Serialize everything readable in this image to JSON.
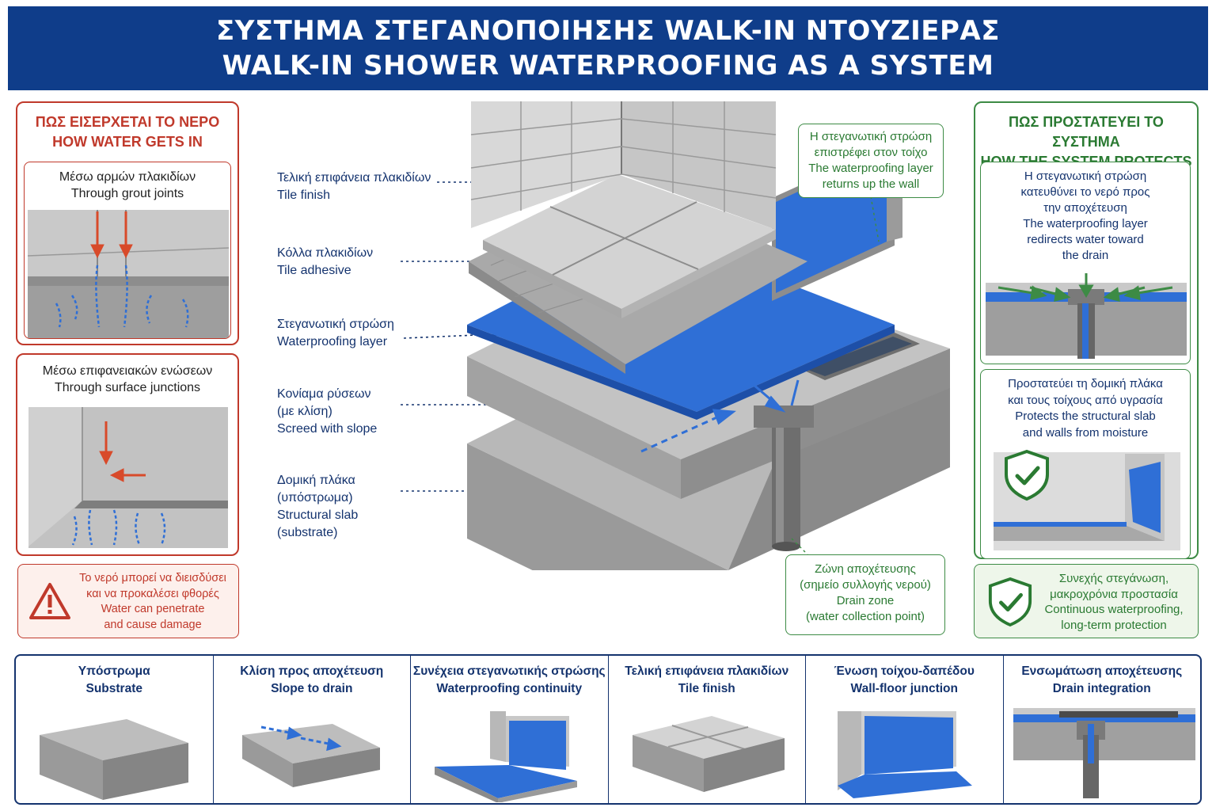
{
  "header": {
    "title_gr": "ΣΥΣΤΗΜΑ ΣΤΕΓΑΝΟΠΟΙΗΣΗΣ WALK-IN ΝΤΟΥΖΙΕΡΑΣ",
    "title_en": "WALK-IN SHOWER WATERPROOFING AS A SYSTEM"
  },
  "left_panel": {
    "title_gr": "ΠΩΣ ΕΙΣΕΡΧΕΤΑΙ ΤΟ ΝΕΡΟ",
    "title_en": "HOW WATER GETS IN",
    "cards": [
      {
        "gr": "Μέσω αρμών πλακιδίων",
        "en": "Through grout joints"
      },
      {
        "gr": "Μέσω επιφανειακών ενώσεων",
        "en": "Through surface junctions"
      }
    ],
    "warning": {
      "gr1": "Το νερό μπορεί να διεισδύσει",
      "gr2": "και να προκαλέσει φθορές",
      "en1": "Water can penetrate",
      "en2": "and cause damage"
    }
  },
  "layers": [
    {
      "gr": "Τελική επιφάνεια πλακιδίων",
      "en": "Tile finish"
    },
    {
      "gr": "Κόλλα πλακιδίων",
      "en": "Tile adhesive"
    },
    {
      "gr": "Στεγανωτική στρώση",
      "en": "Waterproofing layer"
    },
    {
      "gr1": "Κονίαμα ρύσεων",
      "gr2": "(με κλίση)",
      "en": "Screed with slope"
    },
    {
      "gr1": "Δομική πλάκα",
      "gr2": "(υπόστρωμα)",
      "en1": "Structural slab",
      "en2": "(substrate)"
    }
  ],
  "callouts": {
    "wall": {
      "gr1": "Η στεγανωτική στρώση",
      "gr2": "επιστρέφει στον τοίχο",
      "en1": "The waterproofing layer",
      "en2": "returns up the wall"
    },
    "drain": {
      "gr1": "Ζώνη αποχέτευσης",
      "gr2": "(σημείο συλλογής νερού)",
      "en1": "Drain zone",
      "en2": "(water collection point)"
    }
  },
  "right_panel": {
    "title_gr": "ΠΩΣ ΠΡΟΣΤΑΤΕΥΕΙ ΤΟ ΣΥΣΤΗΜΑ",
    "title_en": "HOW THE SYSTEM PROTECTS",
    "card1": {
      "gr1": "Η στεγανωτική στρώση",
      "gr2": "κατευθύνει το νερό προς",
      "gr3": "την αποχέτευση",
      "en1": "The waterproofing layer",
      "en2": "redirects water toward",
      "en3": "the drain"
    },
    "card2": {
      "gr1": "Προστατεύει τη δομική πλάκα",
      "gr2": "και τους τοίχους από υγρασία",
      "en1": "Protects the structural slab",
      "en2": "and walls from moisture"
    },
    "card3": {
      "gr1": "Συνεχής στεγάνωση,",
      "gr2": "μακροχρόνια προστασία",
      "en1": "Continuous waterproofing,",
      "en2": "long-term protection"
    }
  },
  "bottom": [
    {
      "gr": "Υπόστρωμα",
      "en": "Substrate"
    },
    {
      "gr": "Κλίση προς αποχέτευση",
      "en": "Slope to drain"
    },
    {
      "gr": "Συνέχεια στεγανωτικής στρώσης",
      "en": "Waterproofing continuity"
    },
    {
      "gr": "Τελική επιφάνεια πλακιδίων",
      "en": "Tile finish"
    },
    {
      "gr": "Ένωση τοίχου-δαπέδου",
      "en": "Wall-floor junction"
    },
    {
      "gr": "Ενσωμάτωση αποχέτευσης",
      "en": "Drain integration"
    }
  ],
  "colors": {
    "navy": "#0f3d8a",
    "red": "#c0392b",
    "green": "#3d8b45",
    "membrane": "#2f6fd6",
    "concrete": "#9a9a9a"
  },
  "icons": [
    "warning-triangle-icon",
    "shield-check-icon",
    "water-arrow-icon",
    "linear-drain-icon"
  ]
}
